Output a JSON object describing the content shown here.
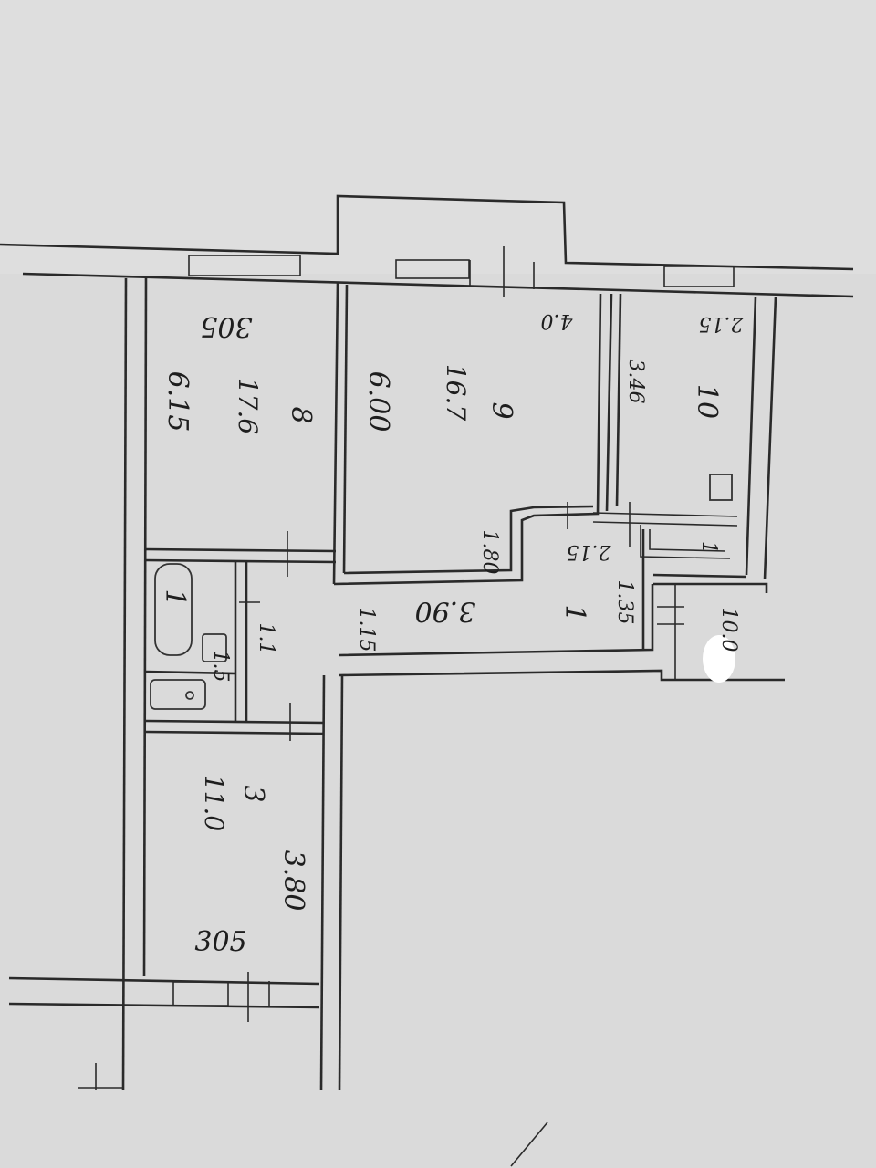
{
  "plan": {
    "labels": {
      "top_left_width": "305",
      "left_room_height": "6.15",
      "left_room_area": "17.6",
      "left_room_num": "8",
      "mid_room_height": "6.00",
      "mid_room_area": "16.7",
      "mid_room_num": "9",
      "mid_top_small": "4.0",
      "kitchen_top": "2.15",
      "kitchen_side": "3.46",
      "kitchen_num": "10",
      "hall_small_a": "2.15",
      "hall_small_b": "1.80",
      "corridor_len": "3.90",
      "corridor_side": "1.15",
      "hall_num": "1",
      "hall_side": "1.35",
      "bath_num": "1",
      "bath_side": "1.5",
      "bath_side2": "1.1",
      "wc_num": "1",
      "entrance_mark": "10.0",
      "lower_room_area": "11.0",
      "lower_room_num": "3",
      "lower_room_height": "3.80",
      "bottom_width": "305"
    }
  }
}
